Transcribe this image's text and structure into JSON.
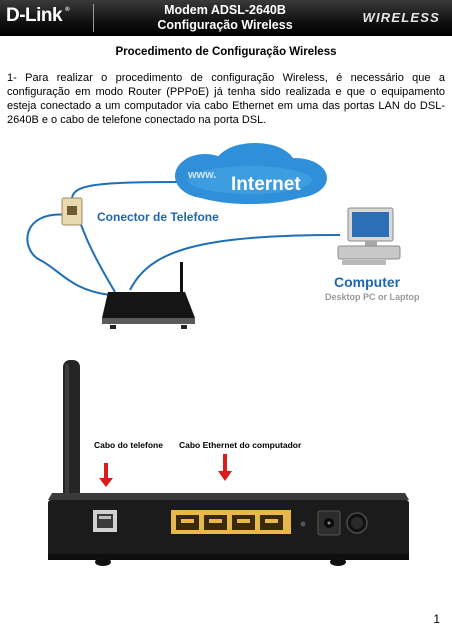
{
  "header": {
    "logo": "D-Link",
    "logo_mark": "®",
    "title_line1": "Modem ADSL-2640B",
    "title_line2": "Configuração Wireless",
    "brand_badge": "WIRELESS"
  },
  "section_title": "Procedimento de Configuração Wireless",
  "step1_text": "1- Para realizar o procedimento de configuração Wireless, é necessário que a configuração em modo Router (PPPoE) já tenha sido realizada e que o equipamento esteja conectado a um computador via cabo Ethernet em uma das portas LAN do DSL-2640B e o cabo de telefone conectado na porta DSL.",
  "diagram": {
    "cloud_prefix": "www.",
    "cloud_label": "Internet",
    "phone_connector_label": "Conector de Telefone",
    "computer_label": "Computer",
    "computer_sublabel": "Desktop PC or Laptop"
  },
  "rear_panel": {
    "phone_cable_label": "Cabo do telefone",
    "ethernet_cable_label": "Cabo Ethernet do computador"
  },
  "page_number": "1",
  "colors": {
    "cloud": "#2f8fd8",
    "cable": "#1e6fb5",
    "lan_ports": "#e8b84a",
    "arrow": "#d91c1c"
  }
}
